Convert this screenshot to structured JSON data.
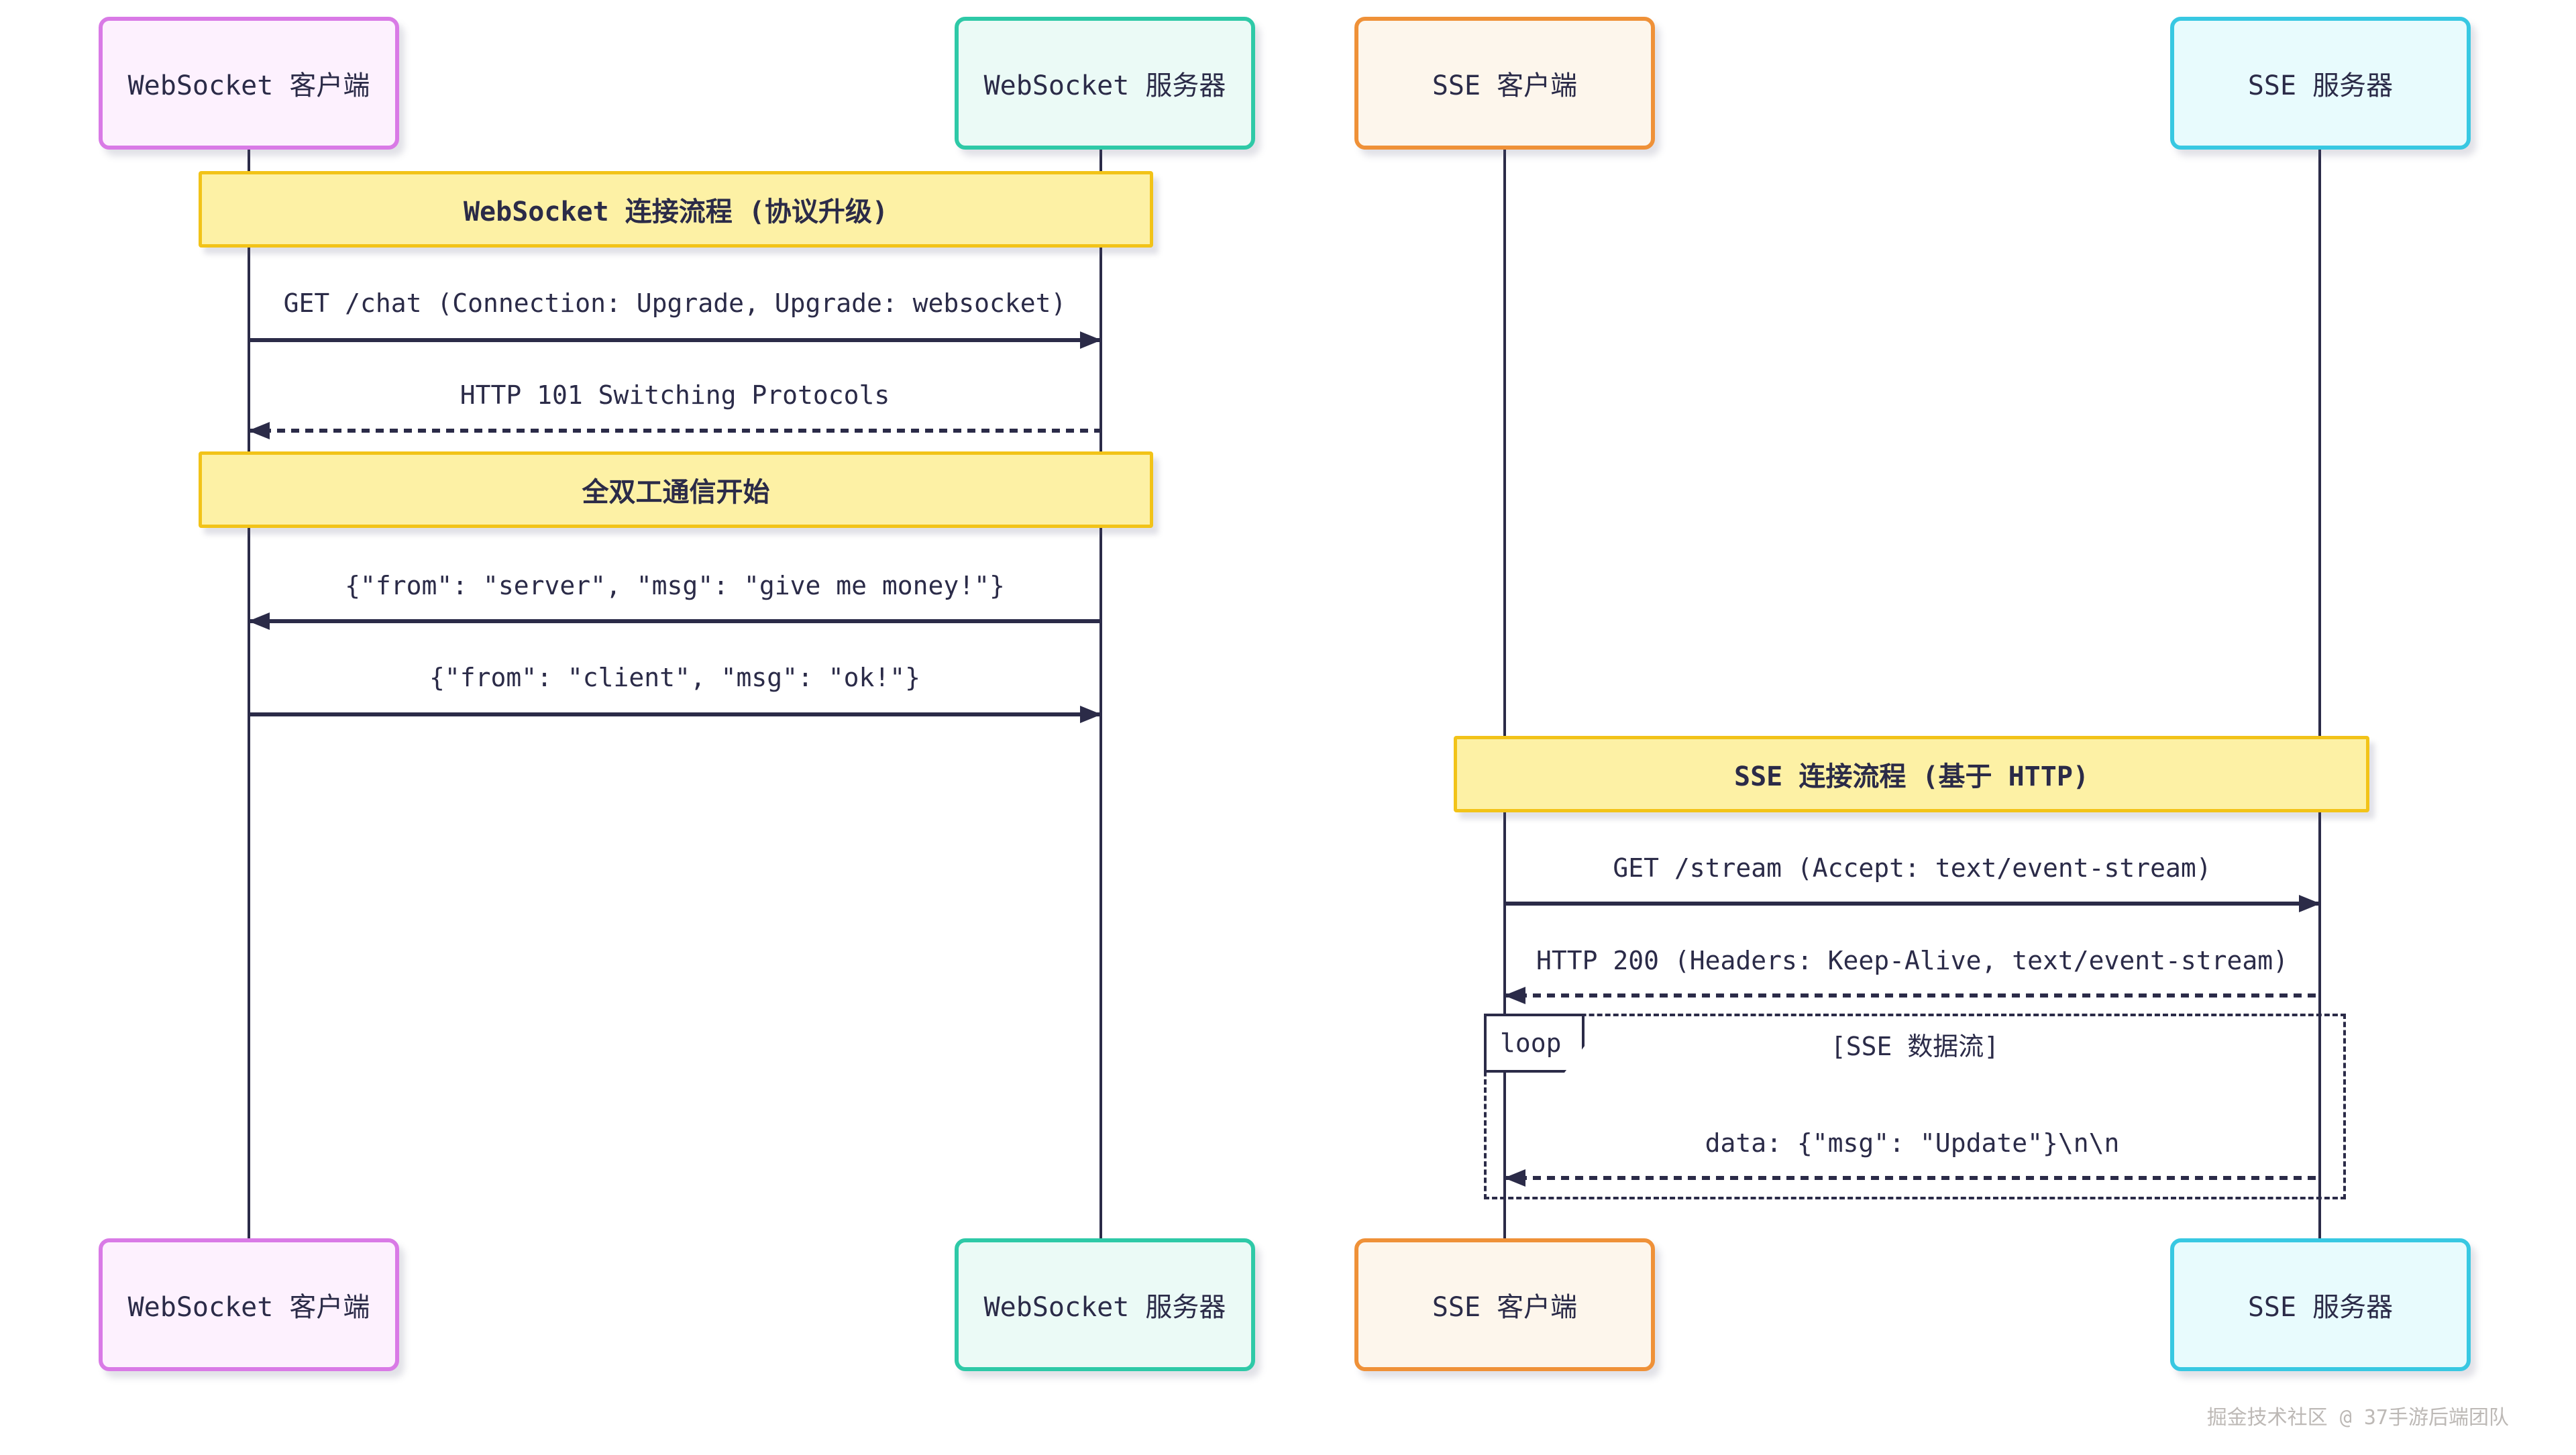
{
  "diagram": {
    "actors": [
      {
        "id": "ws-client",
        "label": "WebSocket 客户端"
      },
      {
        "id": "ws-server",
        "label": "WebSocket 服务器"
      },
      {
        "id": "sse-client",
        "label": "SSE 客户端"
      },
      {
        "id": "sse-server",
        "label": "SSE 服务器"
      }
    ],
    "notes": [
      {
        "text": "WebSocket 连接流程 (协议升级)",
        "over": [
          "ws-client",
          "ws-server"
        ]
      },
      {
        "text": "全双工通信开始",
        "over": [
          "ws-client",
          "ws-server"
        ]
      },
      {
        "text": "SSE 连接流程 (基于 HTTP)",
        "over": [
          "sse-client",
          "sse-server"
        ]
      }
    ],
    "messages": [
      {
        "text": "GET /chat (Connection: Upgrade, Upgrade: websocket)",
        "from": "ws-client",
        "to": "ws-server",
        "style": "solid",
        "direction": "right"
      },
      {
        "text": "HTTP 101 Switching Protocols",
        "from": "ws-server",
        "to": "ws-client",
        "style": "dotted",
        "direction": "left"
      },
      {
        "text": "{\"from\": \"server\", \"msg\": \"give me money!\"}",
        "from": "ws-server",
        "to": "ws-client",
        "style": "solid",
        "direction": "left"
      },
      {
        "text": "{\"from\": \"client\", \"msg\": \"ok!\"}",
        "from": "ws-client",
        "to": "ws-server",
        "style": "solid",
        "direction": "right"
      },
      {
        "text": "GET /stream (Accept: text/event-stream)",
        "from": "sse-client",
        "to": "sse-server",
        "style": "solid",
        "direction": "right"
      },
      {
        "text": "HTTP 200 (Headers: Keep-Alive, text/event-stream)",
        "from": "sse-server",
        "to": "sse-client",
        "style": "dotted",
        "direction": "left"
      },
      {
        "text": "data: {\"msg\": \"Update\"}\\n\\n",
        "from": "sse-server",
        "to": "sse-client",
        "style": "dotted",
        "direction": "left"
      }
    ],
    "loop": {
      "label": "loop",
      "condition": "[SSE 数据流]"
    },
    "watermark": "掘金技术社区 @ 37手游后端团队",
    "colors": {
      "ws_client_border": "#d97ae6",
      "ws_client_fill": "#fdf1fe",
      "ws_server_border": "#2ec9a7",
      "ws_server_fill": "#ebfaf6",
      "sse_client_border": "#ef9138",
      "sse_client_fill": "#fdf6ec",
      "sse_server_border": "#38c8e2",
      "sse_server_fill": "#e8fbfd",
      "note_border": "#f2c318",
      "note_fill": "#fdf1a5",
      "line": "#2b2b48",
      "text": "#2b2b48",
      "watermark": "#bdb9b6"
    }
  }
}
